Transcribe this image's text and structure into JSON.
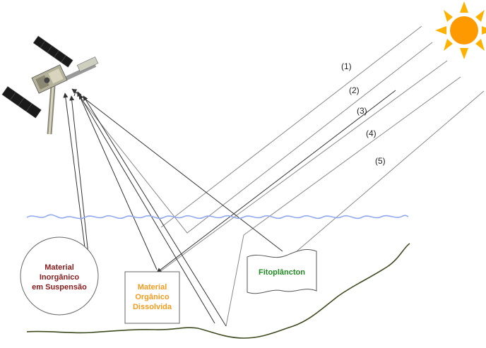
{
  "rays": [
    {
      "id": "ray-1",
      "label": "(1)"
    },
    {
      "id": "ray-2",
      "label": "(2)"
    },
    {
      "id": "ray-3",
      "label": "(3)"
    },
    {
      "id": "ray-4",
      "label": "(4)"
    },
    {
      "id": "ray-5",
      "label": "(5)"
    }
  ],
  "components": {
    "inorganic": {
      "lines": [
        "Material",
        "Inorgânico",
        "em Suspensão"
      ],
      "color": "#8b1a1a"
    },
    "organic": {
      "lines": [
        "Material",
        "Orgânico",
        "Dissolvida"
      ],
      "color": "#f59a1c"
    },
    "phyto": {
      "lines": [
        "Fitoplâncton"
      ],
      "color": "#1f8a1f"
    }
  },
  "colors": {
    "water": "#8fa8ef",
    "seabed": "#3d4a1e",
    "sun": "#ff9900",
    "sun_rays": "#ffb100",
    "ray_lines": "#888888",
    "arrows": "#333333"
  },
  "icons": [
    "sun-icon",
    "satellite-icon"
  ]
}
